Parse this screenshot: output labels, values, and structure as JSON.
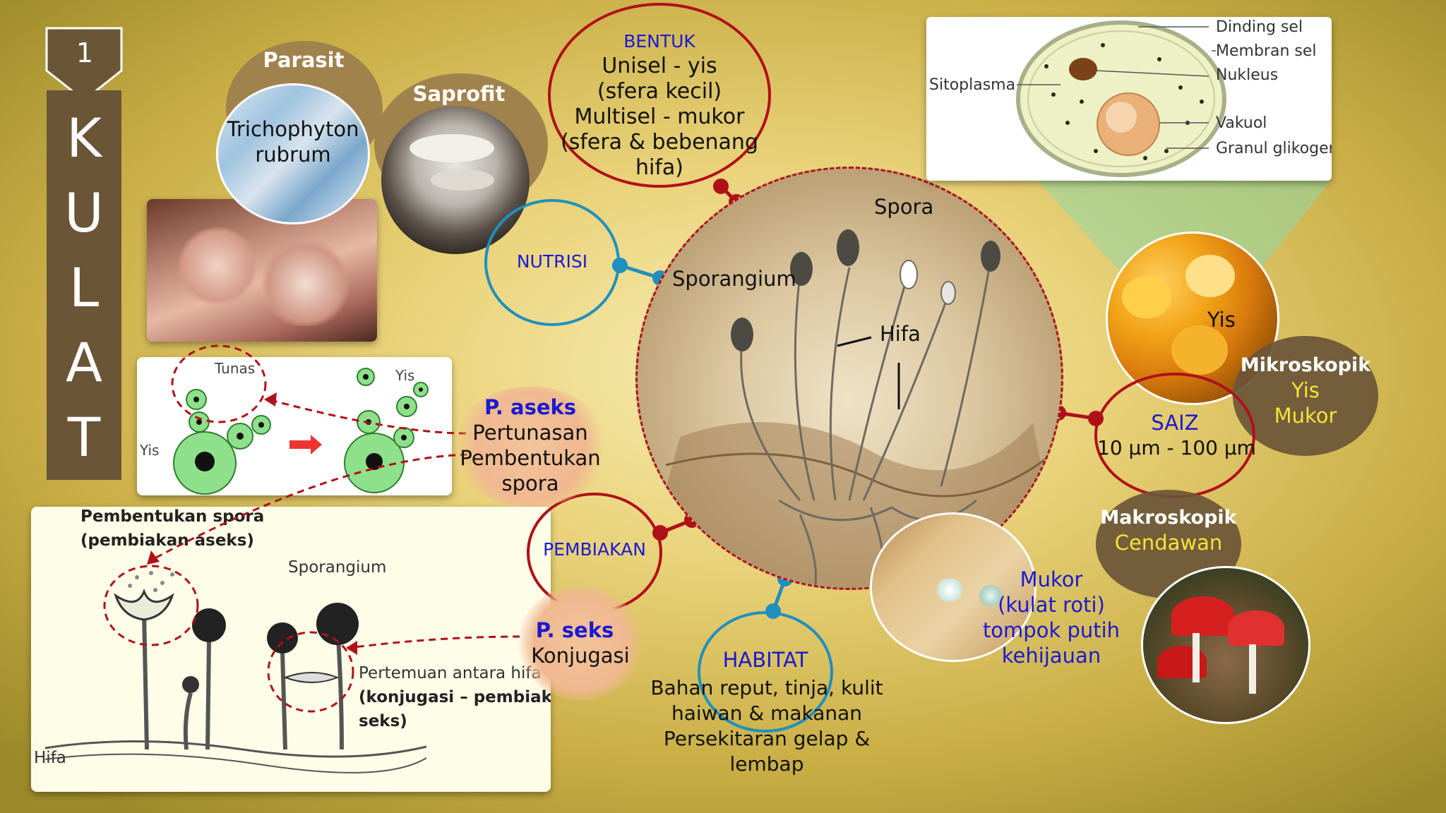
{
  "badge": {
    "number": "1"
  },
  "title_letters": [
    "K",
    "U",
    "L",
    "A",
    "T"
  ],
  "nutrisi": {
    "label": "NUTRISI",
    "parasit": "Parasit",
    "saprofit": "Saprofit",
    "parasit_example": [
      "Trichophyton",
      "rubrum"
    ]
  },
  "bentuk": {
    "heading": "BENTUK",
    "lines": [
      "Unisel - yis",
      "(sfera kecil)",
      "Multisel - mukor",
      "(sfera & bebenang",
      "hifa)"
    ]
  },
  "center": {
    "spora": "Spora",
    "sporangium": "Sporangium",
    "hifa": "Hifa"
  },
  "cell": {
    "dinding_sel": "Dinding sel",
    "membran_sel": "Membran sel",
    "nukleus": "Nukleus",
    "sitoplasma": "Sitoplasma",
    "vakuol": "Vakuol",
    "granul": "Granul glikogen"
  },
  "saiz": {
    "label": "SAIZ",
    "range": "10 µm - 100 µm",
    "yis": "Yis",
    "mikroskopik": {
      "title": "Mikroskopik",
      "items": [
        "Yis",
        "Mukor"
      ]
    },
    "makroskopik": {
      "title": "Makroskopik",
      "items": [
        "Cendawan"
      ]
    }
  },
  "mukor": {
    "lines": [
      "Mukor",
      "(kulat roti)",
      "tompok putih",
      "kehijauan"
    ]
  },
  "habitat": {
    "label": "HABITAT",
    "lines": [
      "Bahan reput, tinja, kulit",
      "haiwan & makanan",
      "Persekitaran gelap &",
      "lembap"
    ]
  },
  "pembiakan": {
    "label": "PEMBIAKAN",
    "aseks": {
      "title": "P. aseks",
      "lines": [
        "Pertunasan",
        "Pembentukan",
        "spora"
      ]
    },
    "seks": {
      "title": "P. seks",
      "lines": [
        "Konjugasi"
      ]
    }
  },
  "budding_diagram": {
    "tunas": "Tunas",
    "yis_left": "Yis",
    "yis_right": "Yis"
  },
  "repro_diagram": {
    "title1": "Pembentukan spora",
    "title2": "(pembiakan aseks)",
    "sporangium": "Sporangium",
    "pertemuan": "Pertemuan antara hifa",
    "konjugasi1": "(konjugasi – pembiakan",
    "konjugasi2": "seks)",
    "hifa": "Hifa"
  },
  "colors": {
    "red": "#b0101a",
    "blue": "#1f8fbf",
    "brown": "#6b5537",
    "label_blue": "#1a1ad0",
    "yellow": "#f5e23a"
  }
}
